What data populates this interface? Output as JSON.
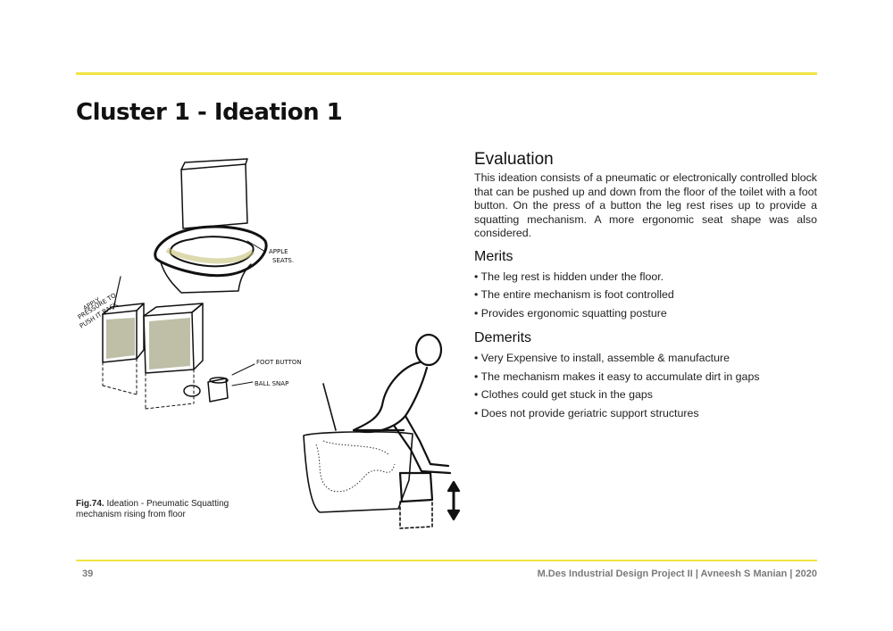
{
  "page": {
    "title": "Cluster 1 - Ideation 1",
    "page_number": "39",
    "footer_text": "M.Des Industrial Design Project II | Avneesh S Manian | 2020"
  },
  "evaluation": {
    "heading": "Evaluation",
    "body": "This ideation consists of a pneumatic or electronically controlled block that can be pushed up and down from the floor of the toilet with a foot button. On the press of a button the leg rest rises up to provide a squatting mechanism. A more ergonomic seat shape was also considered."
  },
  "merits": {
    "heading": "Merits",
    "items": [
      "• The leg rest is hidden under the floor.",
      "• The entire mechanism is foot controlled",
      "• Provides ergonomic squatting posture"
    ]
  },
  "demerits": {
    "heading": "Demerits",
    "items": [
      "• Very Expensive to install, assemble & manufacture",
      "• The mechanism makes it easy to accumulate dirt in gaps",
      "• Clothes could get stuck in the gaps",
      "• Does not provide geriatric support structures"
    ]
  },
  "figure": {
    "label": "Fig.74.",
    "caption": "Ideation - Pneumatic Squatting mechanism rising from floor",
    "annotations": {
      "apply_pressure_1": "APPLY",
      "apply_pressure_2": "PRESSURE TO",
      "apply_pressure_3": "PUSH IT BACK",
      "seat_1": "APPLE",
      "seat_2": "SEATS.",
      "foot_button": "FOOT BUTTON",
      "ball_snap": "BALL SNAP"
    }
  }
}
